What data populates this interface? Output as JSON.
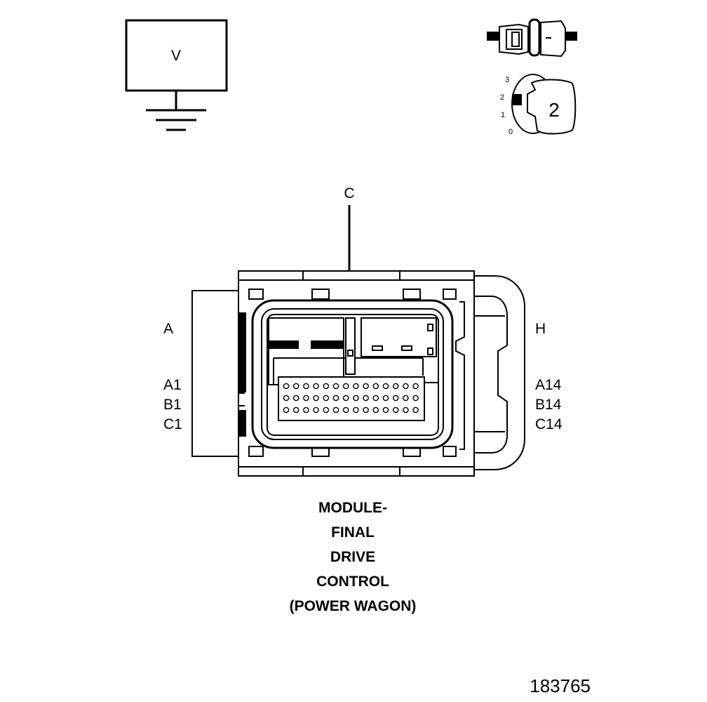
{
  "meter_symbol": {
    "label": "V",
    "icon": "ground-icon"
  },
  "key_switch": {
    "positions": [
      "3",
      "2",
      "1",
      "0"
    ],
    "number": "2"
  },
  "connector": {
    "callout": "C",
    "left_labels": [
      "A",
      "A1",
      "B1",
      "C1"
    ],
    "right_labels": [
      "H",
      "A14",
      "B14",
      "C14"
    ],
    "pin_rows": 3,
    "pins_per_row": 14
  },
  "caption": [
    "MODULE-",
    "FINAL",
    "DRIVE",
    "CONTROL",
    "(POWER WAGON)"
  ],
  "figure_number": "183765",
  "colors": {
    "line": "#000000",
    "background": "#ffffff"
  }
}
